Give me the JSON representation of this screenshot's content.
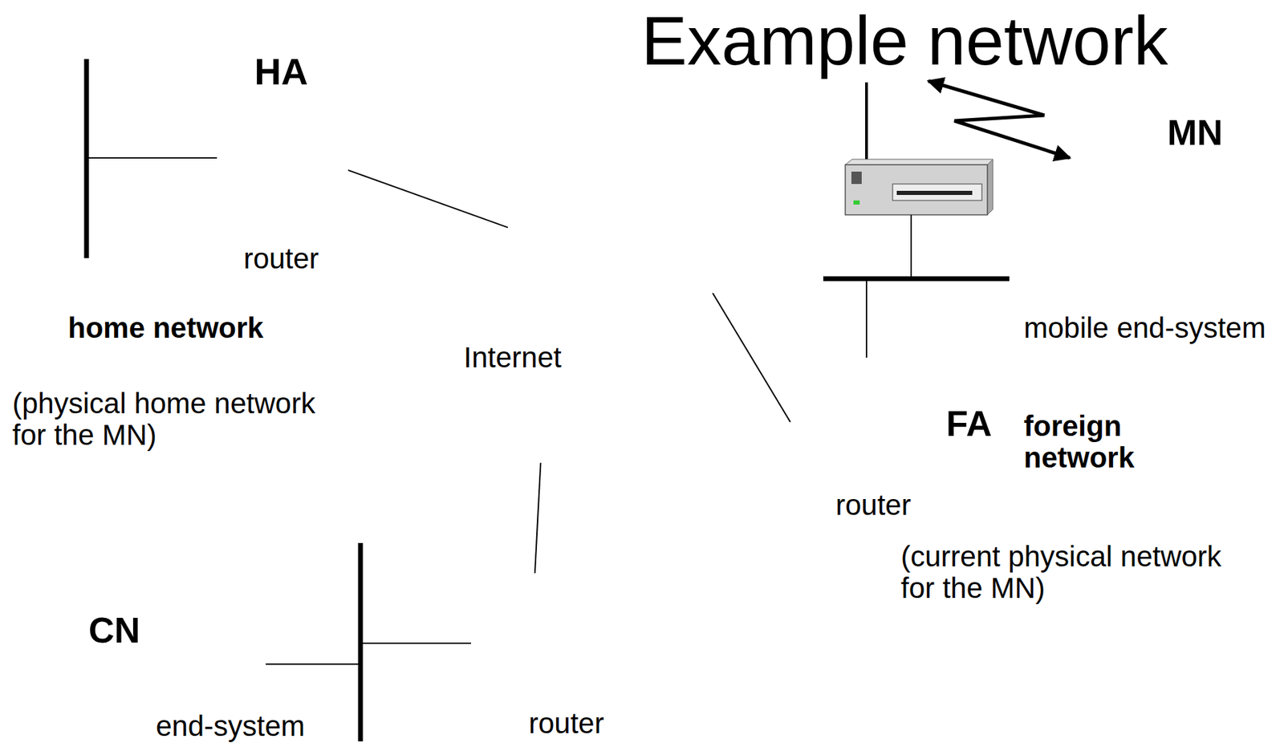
{
  "diagram": {
    "title": "Example network",
    "nodes": [
      {
        "text": [
          "home network",
          "(physical home network for the MN)"
        ]
      },
      {
        "text": [
          "HA",
          "router"
        ],
        "in": 0
      },
      {
        "text": [
          "Internet"
        ]
      },
      {
        "text": [
          "foreign network",
          "(current physical network for the MN)"
        ]
      },
      {
        "text": [
          "MN",
          "mobile end-system"
        ],
        "in": 3
      },
      {
        "text": [
          "FA",
          "router"
        ],
        "in": 3
      },
      {
        "text": [
          "CN",
          "end-system"
        ]
      },
      {
        "text": [
          "router"
        ]
      }
    ],
    "edges": [
      {
        "from": 1,
        "to": 2,
        "arrow": "none"
      },
      {
        "from": 2,
        "to": 5,
        "arrow": "none"
      },
      {
        "from": 2,
        "to": 7,
        "arrow": "none"
      },
      {
        "from": 7,
        "to": 6,
        "arrow": "none"
      }
    ]
  }
}
